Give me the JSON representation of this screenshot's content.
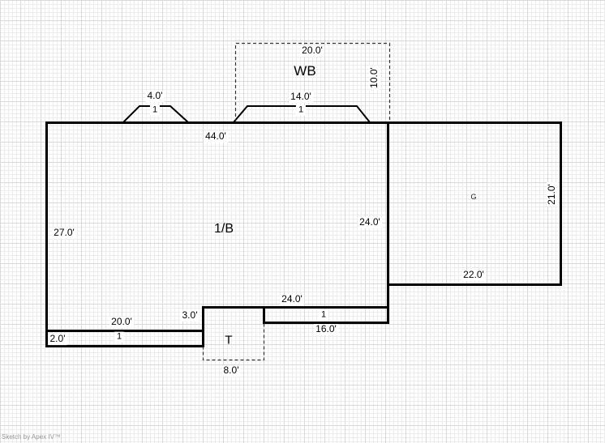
{
  "sketch": {
    "credit": "Sketch by Apex IV™",
    "areas": {
      "house": {
        "name": "1/B"
      },
      "garage": {
        "name": "G"
      },
      "wood_balcony": {
        "name": "WB"
      },
      "t": {
        "name": "T"
      }
    },
    "dims": {
      "wb_top": "20.0'",
      "wb_right": "10.0'",
      "bay_small": "4.0'",
      "bay_large": "14.0'",
      "house_top": "44.0'",
      "house_left": "27.0'",
      "house_right": "24.0'",
      "garage_right": "21.0'",
      "garage_bottom": "22.0'",
      "deck_top": "24.0'",
      "deck_bottom": "16.0'",
      "step": "3.0'",
      "porch_top": "20.0'",
      "porch_left": "2.0'",
      "t_bottom": "8.0'",
      "tick": "1"
    }
  }
}
